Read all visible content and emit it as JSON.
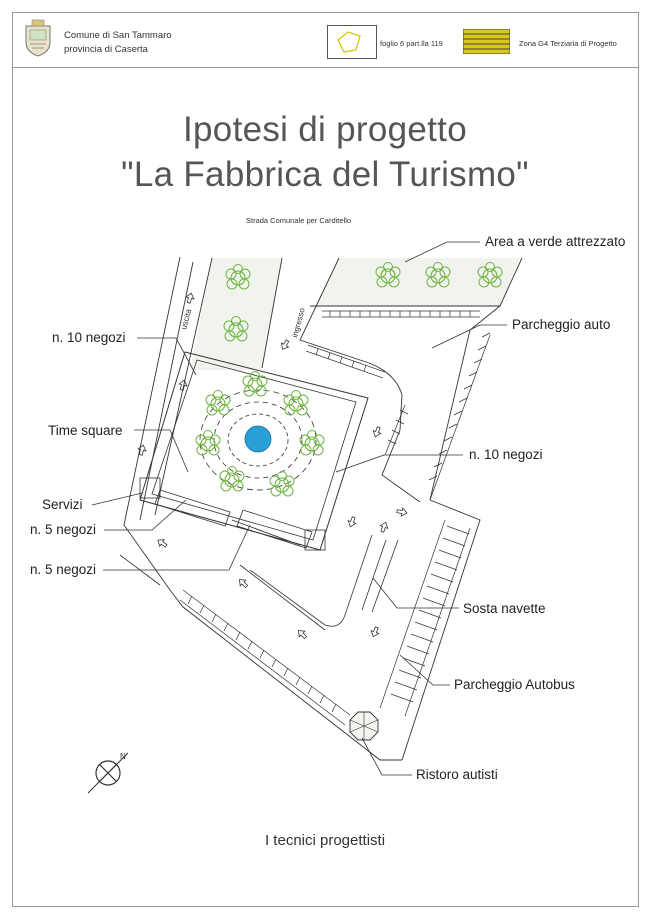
{
  "header": {
    "municipality": "Comune di San Tammaro",
    "province": "provincia di Caserta",
    "parcel": "foglio 6 part.lla 119",
    "zone": "Zona G4 Terziaria di Progetto"
  },
  "title": {
    "line1": "Ipotesi di progetto",
    "line2": "\"La Fabbrica del Turismo\""
  },
  "plan": {
    "road_label": "Strada Comunale per Carditello",
    "exit_label": "uscita",
    "entry_label": "ingresso",
    "labels": {
      "green_area": "Area a verde attrezzato",
      "car_park": "Parcheggio auto",
      "shops_10_left": "n. 10 negozi",
      "time_square": "Time square",
      "shops_10_right": "n. 10 negozi",
      "services": "Servizi",
      "shops_5_a": "n. 5 negozi",
      "shops_5_b": "n. 5 negozi",
      "shuttle_stop": "Sosta navette",
      "bus_park": "Parcheggio Autobus",
      "driver_rest": "Ristoro autisti"
    },
    "colors": {
      "tree": "#6db33f",
      "fountain": "#2a9fd6",
      "lines": "#333333",
      "zone_stripe": "#c9b200"
    },
    "icons": [
      "north-arrow-icon",
      "crest-icon",
      "parcel-map-icon",
      "zone-hatch-icon"
    ]
  },
  "footer": {
    "signature": "I tecnici progettisti"
  }
}
